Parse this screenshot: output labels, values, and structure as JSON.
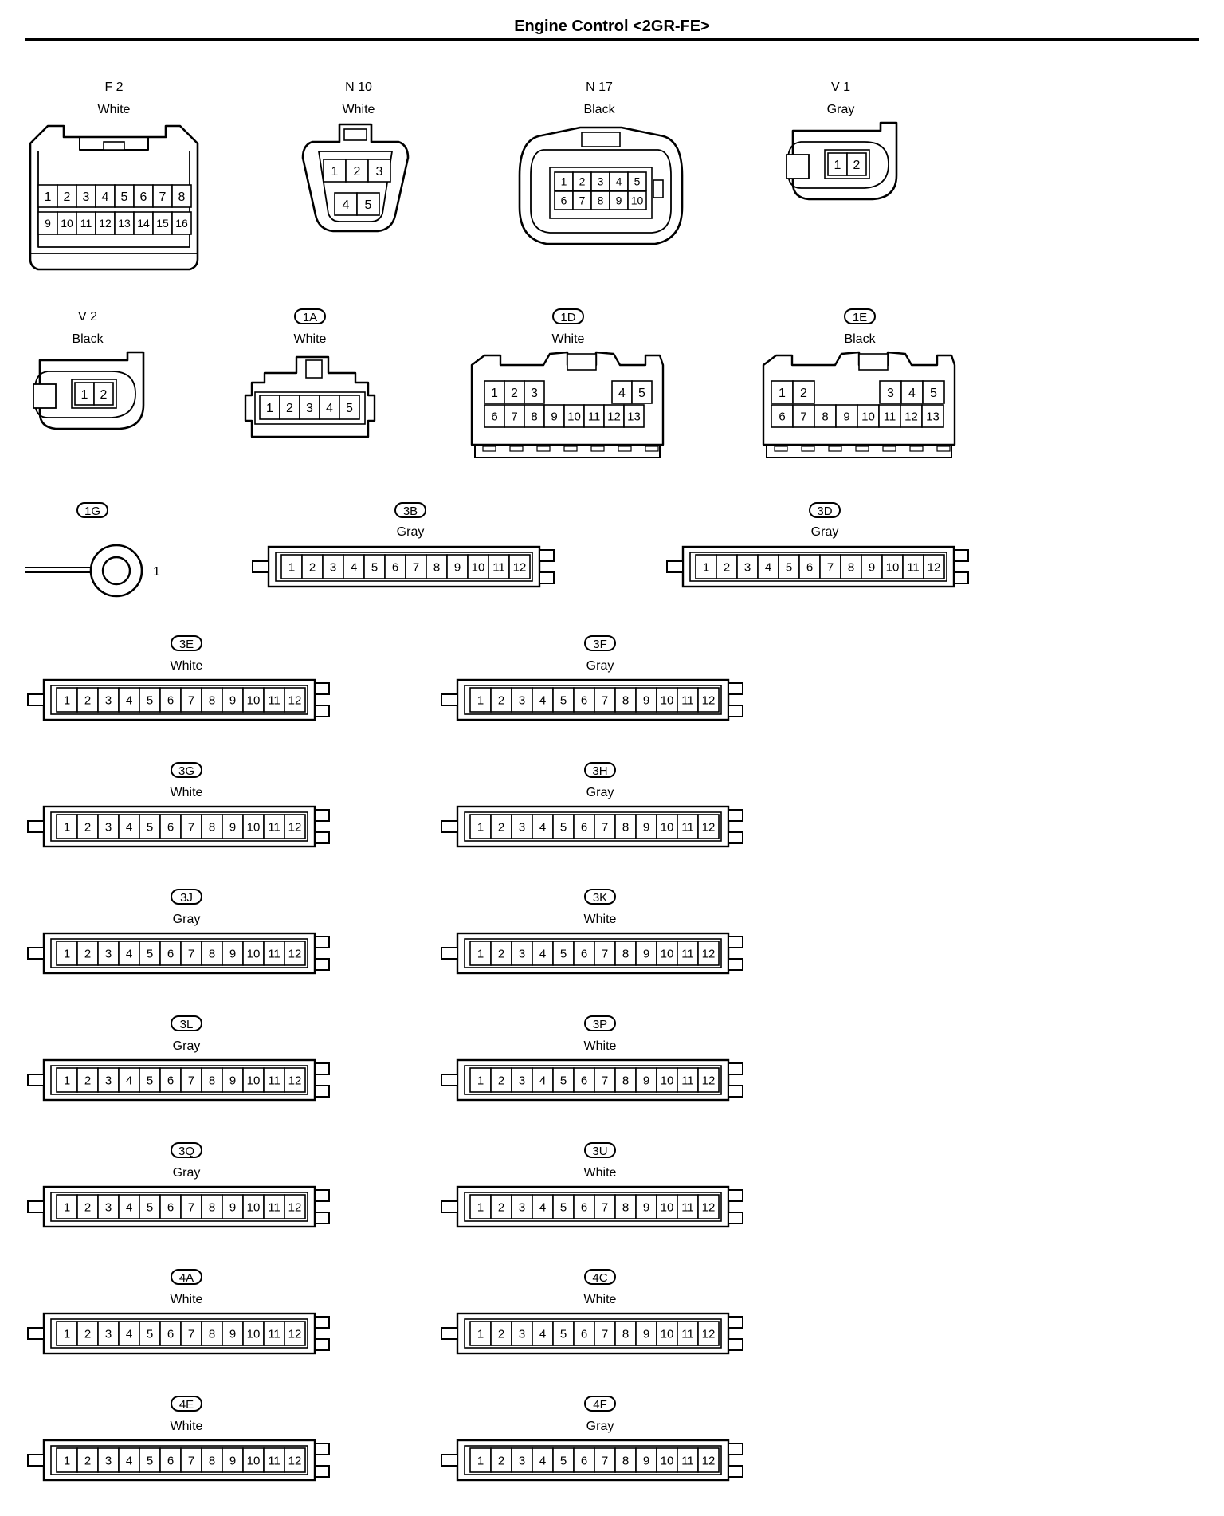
{
  "title": "Engine Control <2GR-FE>",
  "connectors": [
    {
      "id": "F 2",
      "style": "code",
      "color": "White",
      "pins": 16
    },
    {
      "id": "N 10",
      "style": "code",
      "color": "White",
      "pins": 5
    },
    {
      "id": "N 17",
      "style": "code",
      "color": "Black",
      "pins": 10
    },
    {
      "id": "V 1",
      "style": "code",
      "color": "Gray",
      "pins": 2
    },
    {
      "id": "V 2",
      "style": "code",
      "color": "Black",
      "pins": 2
    },
    {
      "id": "1A",
      "style": "tag",
      "color": "White",
      "pins": 5
    },
    {
      "id": "1D",
      "style": "tag",
      "color": "White",
      "pins": 13
    },
    {
      "id": "1E",
      "style": "tag",
      "color": "Black",
      "pins": 13
    },
    {
      "id": "1G",
      "style": "tag",
      "color": "",
      "pins": 1
    },
    {
      "id": "3B",
      "style": "tag",
      "color": "Gray",
      "pins": 12
    },
    {
      "id": "3D",
      "style": "tag",
      "color": "Gray",
      "pins": 12
    },
    {
      "id": "3E",
      "style": "tag",
      "color": "White",
      "pins": 12
    },
    {
      "id": "3F",
      "style": "tag",
      "color": "Gray",
      "pins": 12
    },
    {
      "id": "3G",
      "style": "tag",
      "color": "White",
      "pins": 12
    },
    {
      "id": "3H",
      "style": "tag",
      "color": "Gray",
      "pins": 12
    },
    {
      "id": "3J",
      "style": "tag",
      "color": "Gray",
      "pins": 12
    },
    {
      "id": "3K",
      "style": "tag",
      "color": "White",
      "pins": 12
    },
    {
      "id": "3L",
      "style": "tag",
      "color": "Gray",
      "pins": 12
    },
    {
      "id": "3P",
      "style": "tag",
      "color": "White",
      "pins": 12
    },
    {
      "id": "3Q",
      "style": "tag",
      "color": "Gray",
      "pins": 12
    },
    {
      "id": "3U",
      "style": "tag",
      "color": "White",
      "pins": 12
    },
    {
      "id": "4A",
      "style": "tag",
      "color": "White",
      "pins": 12
    },
    {
      "id": "4C",
      "style": "tag",
      "color": "White",
      "pins": 12
    },
    {
      "id": "4E",
      "style": "tag",
      "color": "White",
      "pins": 12
    },
    {
      "id": "4F",
      "style": "tag",
      "color": "Gray",
      "pins": 12
    }
  ]
}
